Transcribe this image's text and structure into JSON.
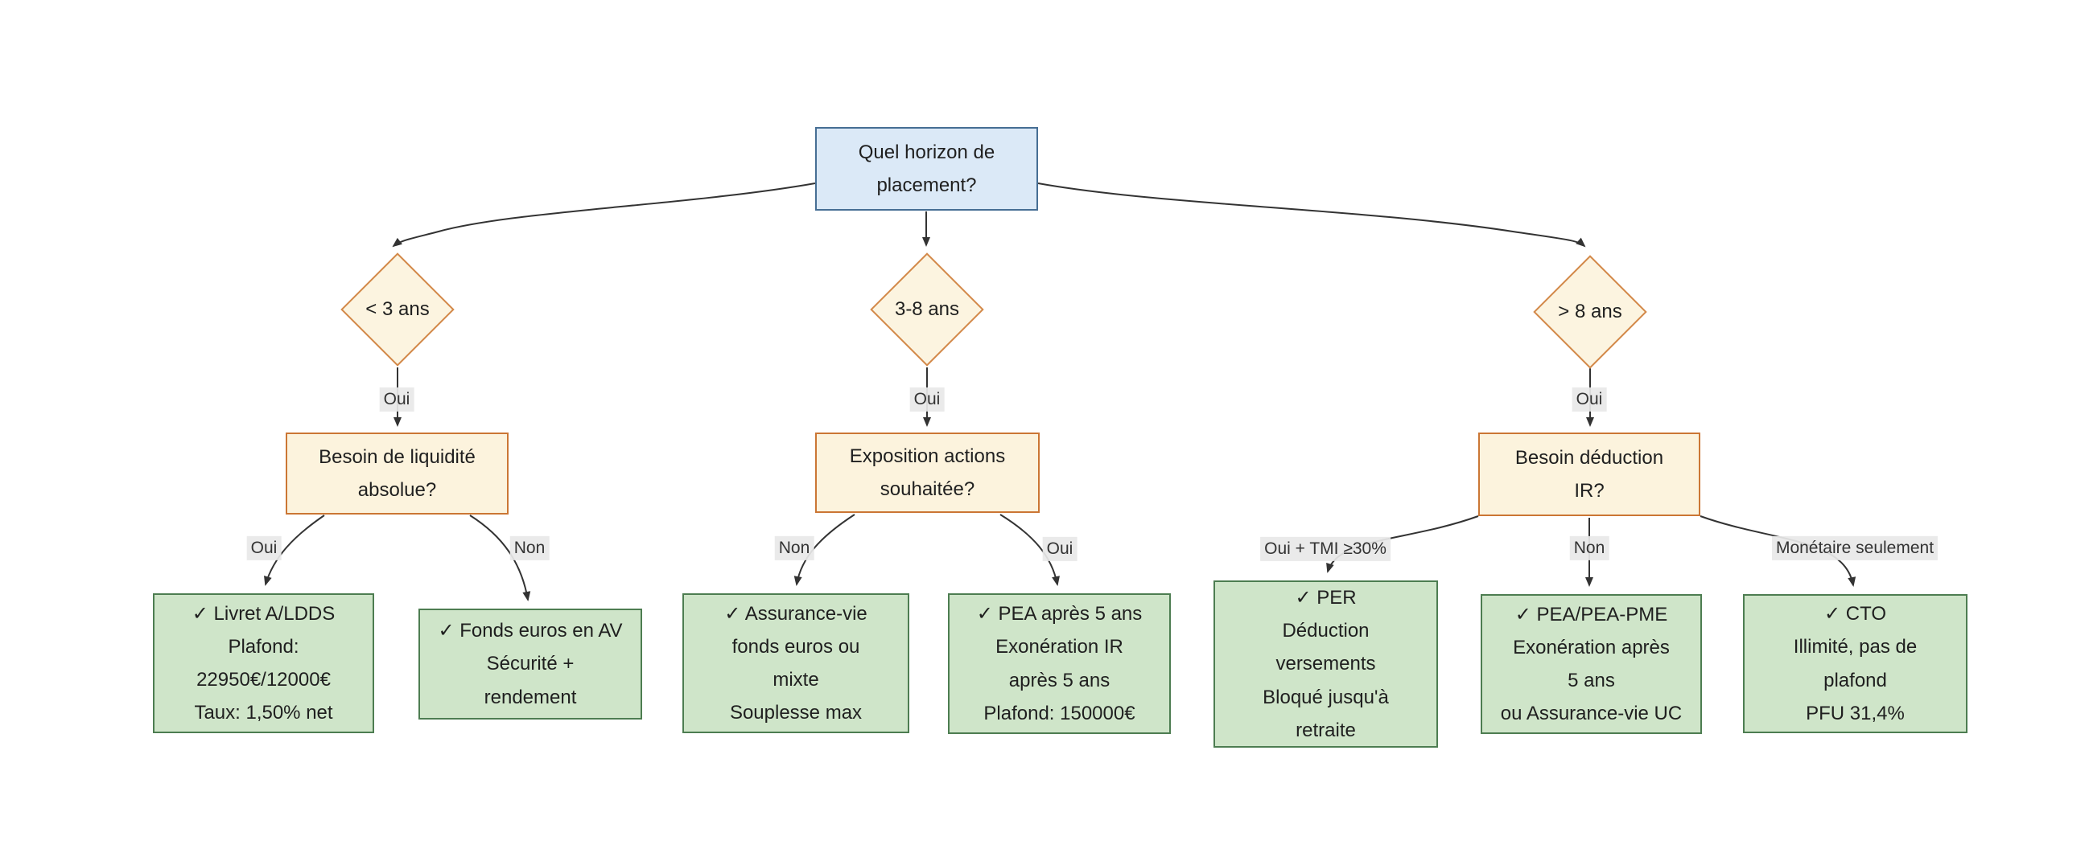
{
  "diagram": {
    "type": "decision-tree-flowchart",
    "topic": "Choix de placement selon horizon",
    "background": "#ffffff"
  },
  "colors": {
    "root_fill": "#dbe9f7",
    "root_border": "#466e94",
    "decision_fill": "#fcf4e0",
    "decision_border": "#d3894a",
    "question_fill": "#fcf3dd",
    "question_border": "#cb7634",
    "result_fill": "#cfe5c9",
    "result_border": "#4d7d51",
    "edge_line": "#333333",
    "edge_label_bg": "#e8e8e8"
  },
  "nodes": {
    "root": {
      "lines": [
        "Quel horizon de",
        "placement?"
      ]
    },
    "horizon_court": {
      "lines": [
        "< 3 ans"
      ]
    },
    "horizon_moyen": {
      "lines": [
        "3-8 ans"
      ]
    },
    "horizon_long": {
      "lines": [
        "> 8 ans"
      ]
    },
    "q_liquidite": {
      "lines": [
        "Besoin de liquidité",
        "absolue?"
      ]
    },
    "q_actions": {
      "lines": [
        "Exposition actions",
        "souhaitée?"
      ]
    },
    "q_deduction": {
      "lines": [
        "Besoin déduction",
        "IR?"
      ]
    },
    "livret": {
      "lines": [
        "✓ Livret A/LDDS",
        "Plafond:",
        "22950€/12000€",
        "Taux: 1,50% net"
      ]
    },
    "fonds_euros": {
      "lines": [
        "✓ Fonds euros en AV",
        "Sécurité +",
        "rendement"
      ]
    },
    "assurance_vie": {
      "lines": [
        "✓ Assurance-vie",
        "fonds euros ou",
        "mixte",
        "Souplesse max"
      ]
    },
    "pea": {
      "lines": [
        "✓ PEA après 5 ans",
        "Exonération IR",
        "après 5 ans",
        "Plafond: 150000€"
      ]
    },
    "per": {
      "lines": [
        "✓ PER",
        "Déduction",
        "versements",
        "Bloqué jusqu'à",
        "retraite"
      ]
    },
    "pea_pme": {
      "lines": [
        "✓ PEA/PEA-PME",
        "Exonération après",
        "5 ans",
        "ou Assurance-vie UC"
      ]
    },
    "cto": {
      "lines": [
        "✓ CTO",
        "Illimité, pas de",
        "plafond",
        "PFU 31,4%"
      ]
    }
  },
  "edge_labels": {
    "d1_to_q1": "Oui",
    "d2_to_q2": "Oui",
    "d3_to_q3": "Oui",
    "q1_to_livret": "Oui",
    "q1_to_fonds_euros": "Non",
    "q2_to_assurance_vie": "Non",
    "q2_to_pea": "Oui",
    "q3_to_per": "Oui + TMI ≥30%",
    "q3_to_pea_pme": "Non",
    "q3_to_cto": "Monétaire seulement"
  }
}
